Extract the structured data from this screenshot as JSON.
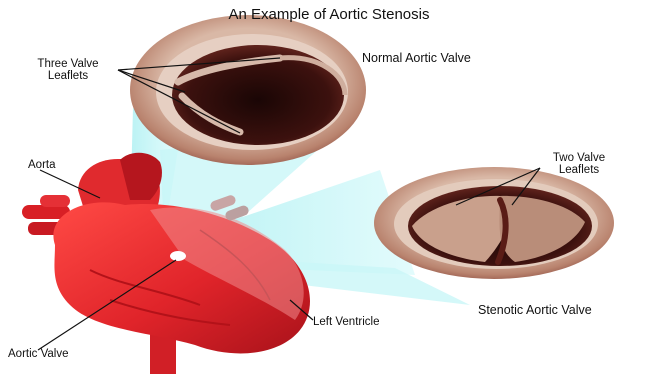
{
  "title": "An Example of Aortic Stenosis",
  "labels": {
    "three_valve_line1": "Three Valve",
    "three_valve_line2": "Leaflets",
    "normal_valve": "Normal Aortic Valve",
    "two_valve_line1": "Two Valve",
    "two_valve_line2": "Leaflets",
    "aorta": "Aorta",
    "left_ventricle": "Left Ventricle",
    "stenotic_valve": "Stenotic Aortic Valve",
    "aortic_valve": "Aortic Valve"
  },
  "colors": {
    "heart_red": "#e0242a",
    "heart_dark": "#a8121a",
    "cyan_beam": "#bff3f5",
    "valve_tissue": "#c9a38f",
    "valve_lumen": "#3a0f0c"
  }
}
